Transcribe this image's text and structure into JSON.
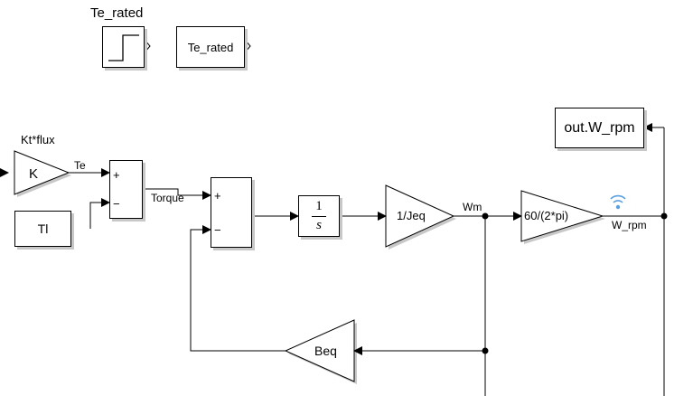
{
  "step_block": {
    "name": "Te_rated"
  },
  "goto_block": {
    "tag": "Te_rated"
  },
  "gain_k": {
    "name": "Kt*flux",
    "value": "K"
  },
  "signals": {
    "te": "Te",
    "torque": "Torque",
    "wm": "Wm",
    "w_rpm": "W_rpm"
  },
  "tl_block": {
    "label": "Tl"
  },
  "sum1": {
    "plus": "+",
    "minus": "−"
  },
  "sum2": {
    "plus": "+",
    "minus": "−"
  },
  "integrator": {
    "num": "1",
    "den": "s"
  },
  "gain_jeq": {
    "value": "1/Jeq"
  },
  "gain_rpm": {
    "value": "60/(2*pi)"
  },
  "gain_beq": {
    "value": "Beq"
  },
  "to_workspace": {
    "label": "out.W_rpm"
  }
}
